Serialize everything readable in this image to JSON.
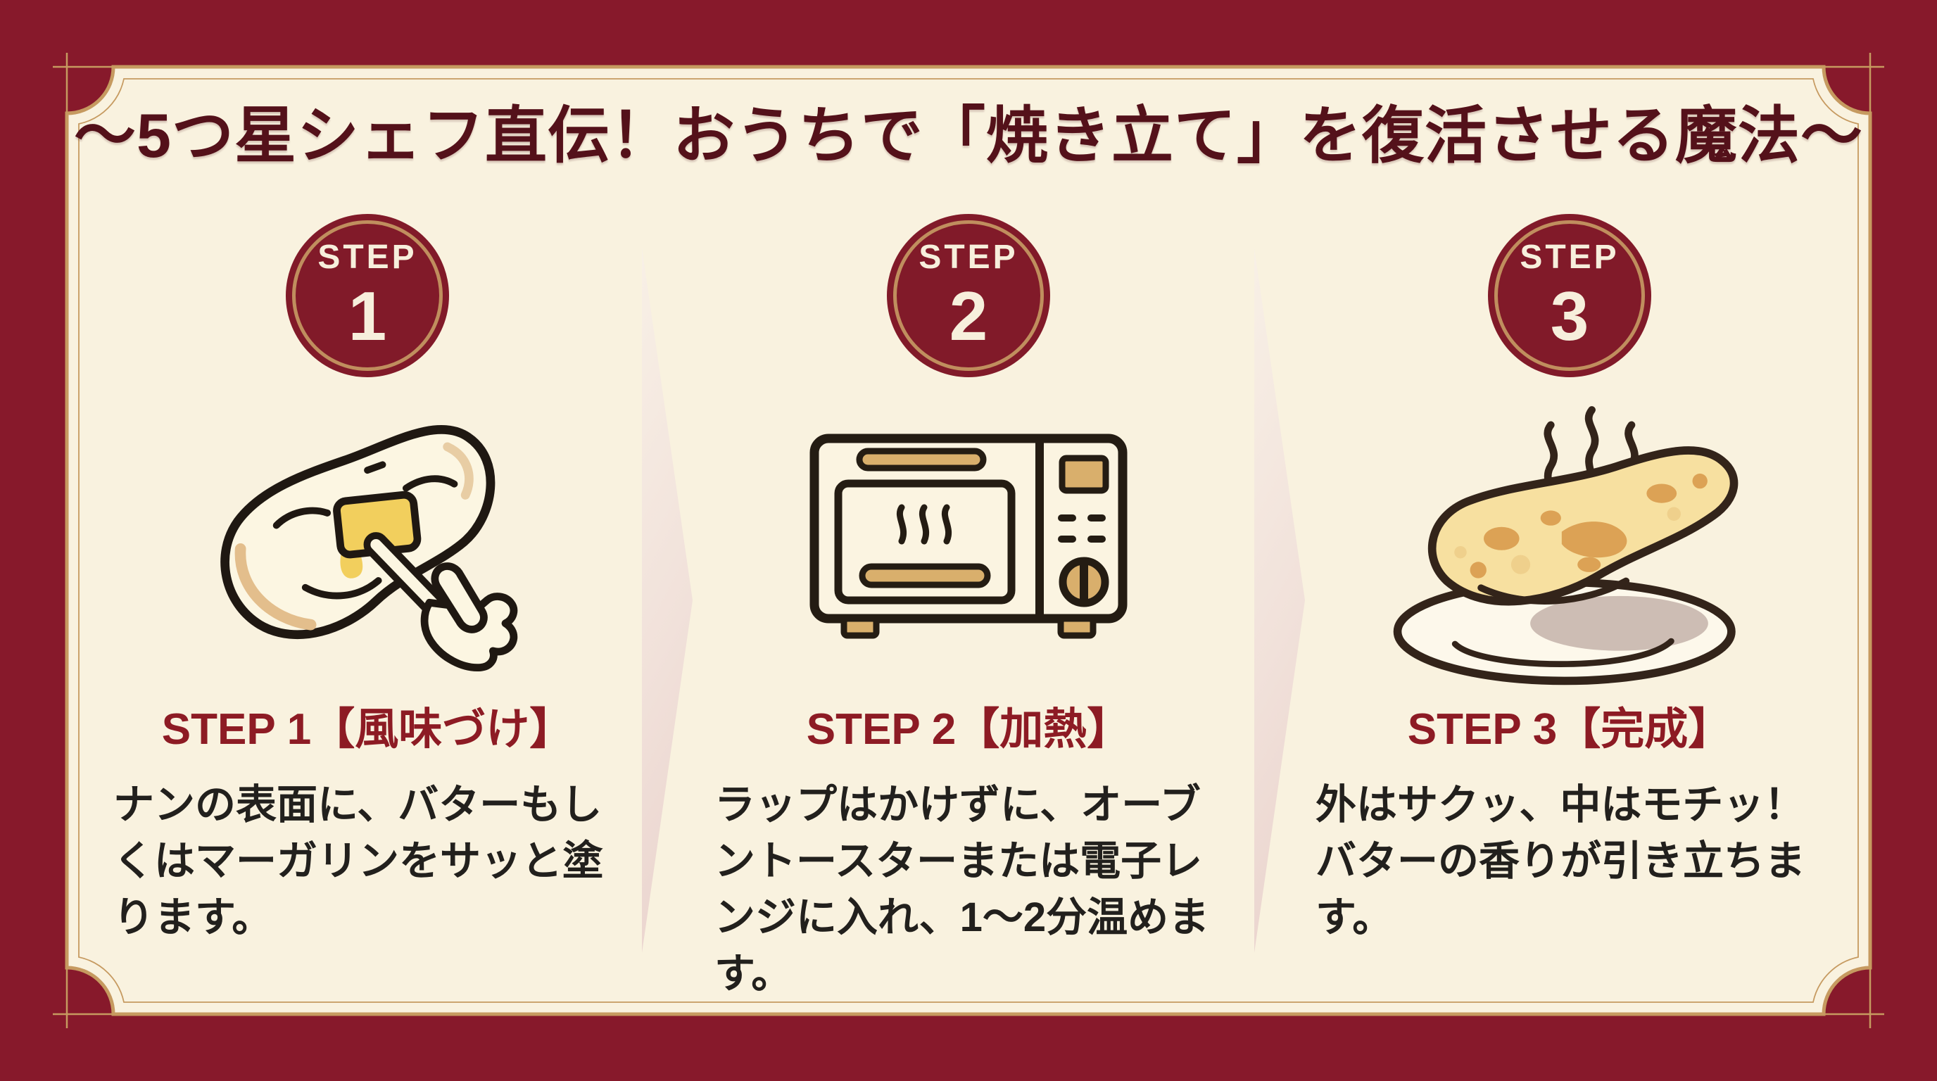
{
  "title": "〜5つ星シェフ直伝！おうちで「焼き立て」を復活させる魔法〜",
  "steps": [
    {
      "badge_label": "STEP",
      "badge_number": "1",
      "heading": "STEP 1【風味づけ】",
      "description": "ナンの表面に、バターもしくはマーガリンをサッと塗ります。",
      "icon": "naan-buttering-icon"
    },
    {
      "badge_label": "STEP",
      "badge_number": "2",
      "heading": "STEP 2【加熱】",
      "description": "ラップはかけずに、オーブントースターまたは電子レンジに入れ、1〜2分温めます。",
      "icon": "toaster-oven-icon"
    },
    {
      "badge_label": "STEP",
      "badge_number": "3",
      "heading": "STEP 3【完成】",
      "description": "外はサクッ、中はモチッ！バターの香りが引き立ちます。",
      "icon": "steaming-naan-plate-icon"
    }
  ],
  "colors": {
    "background_maroon": "#87192B",
    "card_cream": "#F9F2DF",
    "frame_gold": "#C69A60",
    "title_maroon": "#54111A",
    "heading_red": "#8D1B24",
    "badge_maroon": "#811A29",
    "badge_ring_tan": "#C08E5E",
    "badge_text_cream": "#F7EFDC",
    "body_text": "#22201D",
    "icon_outline": "#2A211A",
    "icon_tan": "#D9AF6C",
    "butter_yellow": "#F2CF5D",
    "naan_golden": "#F7E0A0"
  }
}
